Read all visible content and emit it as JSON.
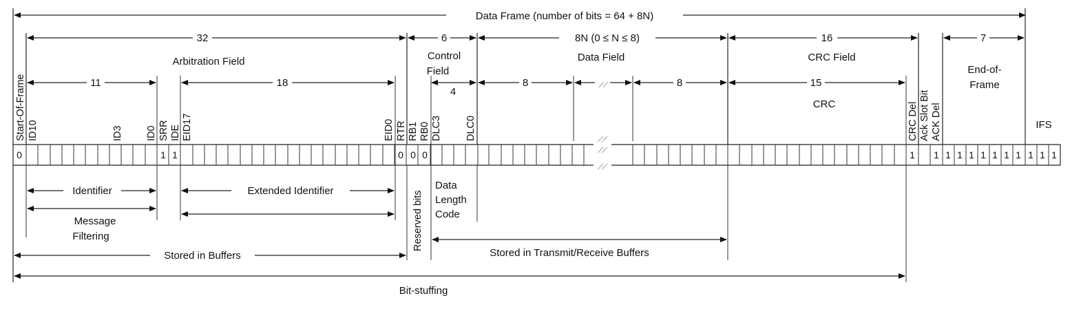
{
  "diagram": {
    "title": "Data Frame (number of bits = 64 + 8N)",
    "spans": {
      "arbitration_bits": "32",
      "control_bits": "6",
      "data_bits": "8N (0 ≤ N ≤ 8)",
      "crc_field_bits": "16",
      "eof_bits": "7",
      "id_bits": "11",
      "ext_id_bits": "18",
      "dlc_bits": "4",
      "byte1_bits": "8",
      "byte_last_bits": "8",
      "crc_bits": "15"
    },
    "fields": {
      "arbitration": "Arbitration Field",
      "control_line1": "Control",
      "control_line2": "Field",
      "data": "Data Field",
      "crc_field": "CRC Field",
      "eof_line1": "End-of-",
      "eof_line2": "Frame",
      "crc": "CRC",
      "ifs": "IFS"
    },
    "bit_labels": {
      "sof": "Start-Of-Frame",
      "id10": "ID10",
      "id3": "ID3",
      "id0": "ID0",
      "srr": "SRR",
      "ide": "IDE",
      "eid17": "EID17",
      "eid0": "EID0",
      "rtr": "RTR",
      "rb1": "RB1",
      "rb0": "RB0",
      "dlc3": "DLC3",
      "dlc0": "DLC0",
      "crc_del": "CRC Del",
      "ack_slot": "Ack Slot Bit",
      "ack_del": "ACK Del",
      "reserved_bits": "Reserved bits"
    },
    "bit_values": {
      "sof": "0",
      "srr": "1",
      "ide": "1",
      "rtr": "0",
      "rb1": "0",
      "rb0": "0",
      "crc_del": "1",
      "ack_del": "1",
      "eof": [
        "1",
        "1",
        "1",
        "1",
        "1",
        "1",
        "1"
      ],
      "ifs": [
        "1",
        "1",
        "1"
      ]
    },
    "annotations": {
      "identifier": "Identifier",
      "extended_identifier": "Extended Identifier",
      "message_filtering_line1": "Message",
      "message_filtering_line2": "Filtering",
      "dlc_line1": "Data",
      "dlc_line2": "Length",
      "dlc_line3": "Code",
      "stored_in_buffers": "Stored in Buffers",
      "stored_in_tx_rx_buffers": "Stored in Transmit/Receive Buffers",
      "bit_stuffing": "Bit-stuffing"
    }
  }
}
